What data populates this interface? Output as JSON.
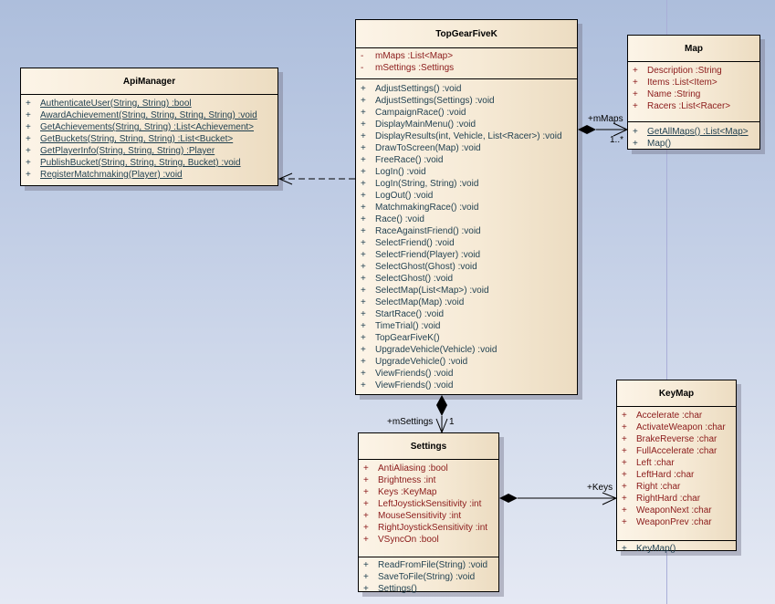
{
  "classes": {
    "api_manager": {
      "name": "ApiManager",
      "operations": [
        {
          "vis": "+",
          "text": "AuthenticateUser(String, String)  :bool",
          "static": true
        },
        {
          "vis": "+",
          "text": "AwardAchievement(String, String, String, String)  :void",
          "static": true
        },
        {
          "vis": "+",
          "text": "GetAchievements(String, String)  :List<Achievement>",
          "static": true
        },
        {
          "vis": "+",
          "text": "GetBuckets(String, String, String)  :List<Bucket>",
          "static": true
        },
        {
          "vis": "+",
          "text": "GetPlayerInfo(String, String, String)  :Player",
          "static": true
        },
        {
          "vis": "+",
          "text": "PublishBucket(String, String, String, Bucket)  :void",
          "static": true
        },
        {
          "vis": "+",
          "text": "RegisterMatchmaking(Player)  :void",
          "static": true
        }
      ]
    },
    "top_gear": {
      "name": "TopGearFiveK",
      "attributes": [
        {
          "vis": "-",
          "text": "mMaps  :List<Map>"
        },
        {
          "vis": "-",
          "text": "mSettings  :Settings"
        }
      ],
      "operations": [
        {
          "vis": "+",
          "text": "AdjustSettings()  :void"
        },
        {
          "vis": "+",
          "text": "AdjustSettings(Settings)  :void"
        },
        {
          "vis": "+",
          "text": "CampaignRace()  :void"
        },
        {
          "vis": "+",
          "text": "DisplayMainMenu()  :void"
        },
        {
          "vis": "+",
          "text": "DisplayResults(int, Vehicle, List<Racer>)  :void"
        },
        {
          "vis": "+",
          "text": "DrawToScreen(Map)  :void"
        },
        {
          "vis": "+",
          "text": "FreeRace()  :void"
        },
        {
          "vis": "+",
          "text": "LogIn()  :void"
        },
        {
          "vis": "+",
          "text": "LogIn(String, String)  :void"
        },
        {
          "vis": "+",
          "text": "LogOut()  :void"
        },
        {
          "vis": "+",
          "text": "MatchmakingRace()  :void"
        },
        {
          "vis": "+",
          "text": "Race()  :void"
        },
        {
          "vis": "+",
          "text": "RaceAgainstFriend()  :void"
        },
        {
          "vis": "+",
          "text": "SelectFriend()  :void"
        },
        {
          "vis": "+",
          "text": "SelectFriend(Player)  :void"
        },
        {
          "vis": "+",
          "text": "SelectGhost(Ghost)  :void"
        },
        {
          "vis": "+",
          "text": "SelectGhost()  :void"
        },
        {
          "vis": "+",
          "text": "SelectMap(List<Map>)  :void"
        },
        {
          "vis": "+",
          "text": "SelectMap(Map)  :void"
        },
        {
          "vis": "+",
          "text": "StartRace()  :void"
        },
        {
          "vis": "+",
          "text": "TimeTrial()  :void"
        },
        {
          "vis": "+",
          "text": "TopGearFiveK()"
        },
        {
          "vis": "+",
          "text": "UpgradeVehicle(Vehicle)  :void"
        },
        {
          "vis": "+",
          "text": "UpgradeVehicle()  :void"
        },
        {
          "vis": "+",
          "text": "ViewFriends()  :void"
        },
        {
          "vis": "+",
          "text": "ViewFriends()  :void"
        }
      ]
    },
    "map": {
      "name": "Map",
      "attributes": [
        {
          "vis": "+",
          "text": "Description  :String"
        },
        {
          "vis": "+",
          "text": "Items  :List<Item>"
        },
        {
          "vis": "+",
          "text": "Name  :String"
        },
        {
          "vis": "+",
          "text": "Racers  :List<Racer>"
        }
      ],
      "operations": [
        {
          "vis": "+",
          "text": "GetAllMaps()  :List<Map>",
          "static": true
        },
        {
          "vis": "+",
          "text": "Map()"
        }
      ]
    },
    "settings": {
      "name": "Settings",
      "attributes": [
        {
          "vis": "+",
          "text": "AntiAliasing  :bool"
        },
        {
          "vis": "+",
          "text": "Brightness  :int"
        },
        {
          "vis": "+",
          "text": "Keys  :KeyMap"
        },
        {
          "vis": "+",
          "text": "LeftJoystickSensitivity  :int"
        },
        {
          "vis": "+",
          "text": "MouseSensitivity  :int"
        },
        {
          "vis": "+",
          "text": "RightJoystickSensitivity  :int"
        },
        {
          "vis": "+",
          "text": "VSyncOn  :bool"
        }
      ],
      "operations": [
        {
          "vis": "+",
          "text": "ReadFromFile(String)  :void"
        },
        {
          "vis": "+",
          "text": "SaveToFile(String)  :void"
        },
        {
          "vis": "+",
          "text": "Settings()"
        }
      ]
    },
    "keymap": {
      "name": "KeyMap",
      "attributes": [
        {
          "vis": "+",
          "text": "Accelerate  :char"
        },
        {
          "vis": "+",
          "text": "ActivateWeapon  :char"
        },
        {
          "vis": "+",
          "text": "BrakeReverse  :char"
        },
        {
          "vis": "+",
          "text": "FullAccelerate  :char"
        },
        {
          "vis": "+",
          "text": "Left  :char"
        },
        {
          "vis": "+",
          "text": "LeftHard  :char"
        },
        {
          "vis": "+",
          "text": "Right  :char"
        },
        {
          "vis": "+",
          "text": "RightHard  :char"
        },
        {
          "vis": "+",
          "text": "WeaponNext  :char"
        },
        {
          "vis": "+",
          "text": "WeaponPrev  :char"
        }
      ],
      "operations": [
        {
          "vis": "+",
          "text": "KeyMap()"
        }
      ]
    }
  },
  "connectors": {
    "maps": {
      "role": "+mMaps",
      "multiplicity": "1..*",
      "type": "composition"
    },
    "settings": {
      "role": "+mSettings",
      "multiplicity": "1",
      "type": "composition"
    },
    "keys": {
      "role": "+Keys",
      "type": "composition"
    },
    "api": {
      "type": "dependency"
    }
  }
}
